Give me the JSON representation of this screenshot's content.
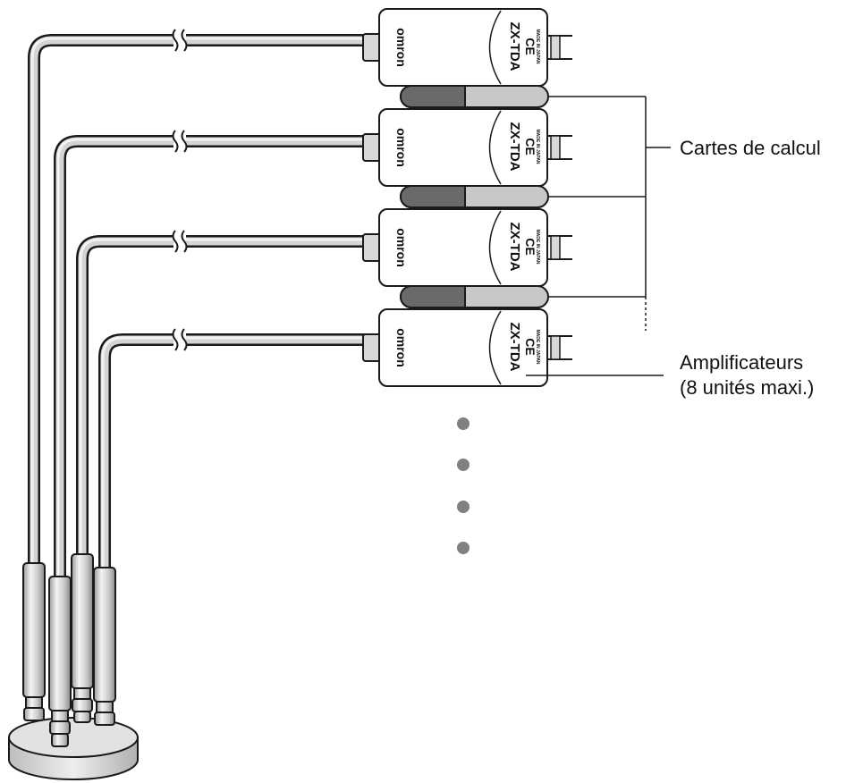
{
  "diagram": {
    "units": [
      {
        "brand": "omron",
        "model": "ZX-TDA",
        "mark": "CE",
        "origin": "MADE IN JAPAN"
      },
      {
        "brand": "omron",
        "model": "ZX-TDA",
        "mark": "CE",
        "origin": "MADE IN JAPAN"
      },
      {
        "brand": "omron",
        "model": "ZX-TDA",
        "mark": "CE",
        "origin": "MADE IN JAPAN"
      },
      {
        "brand": "omron",
        "model": "ZX-TDA",
        "mark": "CE",
        "origin": "MADE IN JAPAN"
      }
    ],
    "labels": {
      "calc_cards": "Cartes de calcul",
      "amplifiers_line1": "Amplificateurs",
      "amplifiers_line2": "(8 unités maxi.)"
    },
    "colors": {
      "cable_fill": "#d4d4d4",
      "outline": "#1a1a1a",
      "card_dark": "#6a6a6a",
      "card_light": "#c8c8c8",
      "dot": "#808080"
    }
  }
}
